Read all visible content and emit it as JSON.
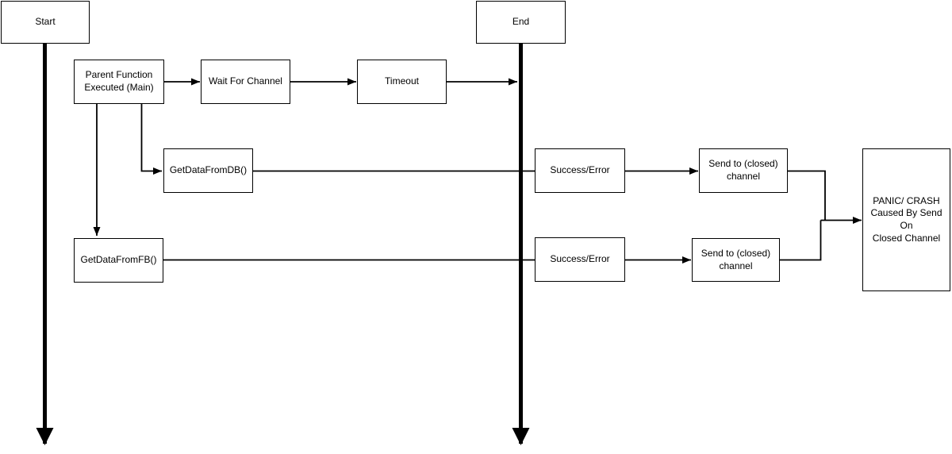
{
  "diagram": {
    "background_color": "#ffffff",
    "stroke_color": "#000000",
    "node_fill_color": "#ffffff",
    "nodes": {
      "start": {
        "label": "Start"
      },
      "end": {
        "label": "End"
      },
      "parent_function": {
        "label": "Parent Function\nExecuted (Main)"
      },
      "wait_for_channel": {
        "label": "Wait For Channel"
      },
      "timeout": {
        "label": "Timeout"
      },
      "get_data_from_db": {
        "label": "GetDataFromDB()"
      },
      "success_error_db": {
        "label": "Success/Error"
      },
      "send_to_closed_channel_db": {
        "label": "Send to (closed)\nchannel"
      },
      "get_data_from_fb": {
        "label": "GetDataFromFB()"
      },
      "success_error_fb": {
        "label": "Success/Error"
      },
      "send_to_closed_channel_fb": {
        "label": "Send to (closed)\nchannel"
      },
      "panic_crash": {
        "label": "PANIC/ CRASH\nCaused By Send On\nClosed Channel"
      }
    },
    "edges": [
      {
        "from": "start",
        "to": "canvas-bottom",
        "style": "thick-lifeline",
        "arrow": true
      },
      {
        "from": "end",
        "to": "canvas-bottom",
        "style": "thick-lifeline",
        "arrow": true
      },
      {
        "from": "parent_function",
        "to": "wait_for_channel",
        "arrow": true
      },
      {
        "from": "wait_for_channel",
        "to": "timeout",
        "arrow": true
      },
      {
        "from": "timeout",
        "to": "end-lifeline",
        "arrow": true
      },
      {
        "from": "parent_function",
        "to": "get_data_from_db",
        "arrow": true
      },
      {
        "from": "parent_function",
        "to": "get_data_from_fb",
        "arrow": true
      },
      {
        "from": "get_data_from_db",
        "to": "success_error_db",
        "arrow": false
      },
      {
        "from": "success_error_db",
        "to": "send_to_closed_channel_db",
        "arrow": true
      },
      {
        "from": "get_data_from_fb",
        "to": "success_error_fb",
        "arrow": false
      },
      {
        "from": "success_error_fb",
        "to": "send_to_closed_channel_fb",
        "arrow": true
      },
      {
        "from": "send_to_closed_channel_db",
        "to": "panic_crash",
        "arrow": true,
        "merged": true
      },
      {
        "from": "send_to_closed_channel_fb",
        "to": "panic_crash",
        "arrow": true,
        "merged": true
      }
    ]
  }
}
